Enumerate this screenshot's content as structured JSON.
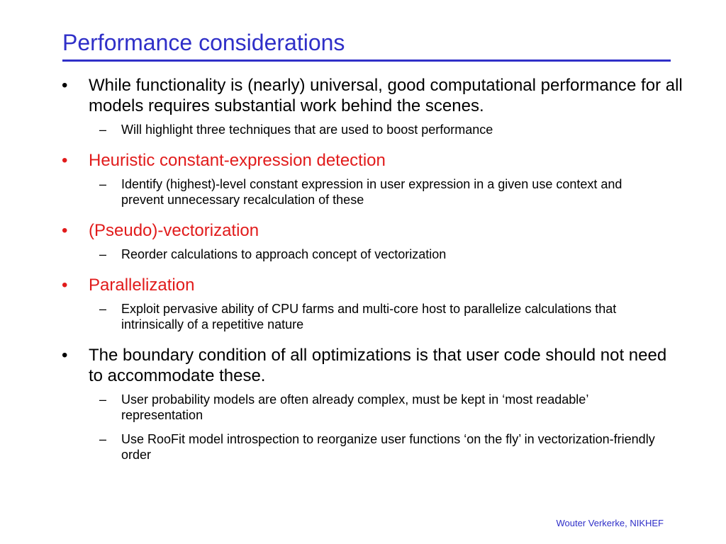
{
  "slide": {
    "title": "Performance considerations",
    "bullet_glyph": "•",
    "dash_glyph": "–",
    "accent_color": "#2f2fc8",
    "highlight_color": "#e11b1b",
    "bullets": [
      {
        "text": "While functionality is (nearly) universal, good computational performance for all models requires substantial work behind the scenes.",
        "subs": [
          "Will highlight three techniques that are used to boost performance"
        ]
      },
      {
        "text": "Heuristic constant-expression detection",
        "subs": [
          "Identify (highest)-level constant expression in user expression in a given use context and prevent unnecessary recalculation of these"
        ]
      },
      {
        "text": "(Pseudo)-vectorization",
        "subs": [
          "Reorder calculations to approach concept of vectorization"
        ]
      },
      {
        "text": "Parallelization",
        "subs": [
          "Exploit pervasive ability of CPU farms and multi-core host to parallelize calculations that intrinsically of a repetitive nature"
        ]
      },
      {
        "text": "The boundary condition of all optimizations is that user code should not need to accommodate these.",
        "subs": [
          "User probability models are often already complex, must be kept in ‘most readable’ representation",
          "Use RooFit model introspection to reorganize user functions ‘on the fly’ in vectorization-friendly order"
        ]
      }
    ],
    "footer": "Wouter Verkerke, NIKHEF"
  }
}
